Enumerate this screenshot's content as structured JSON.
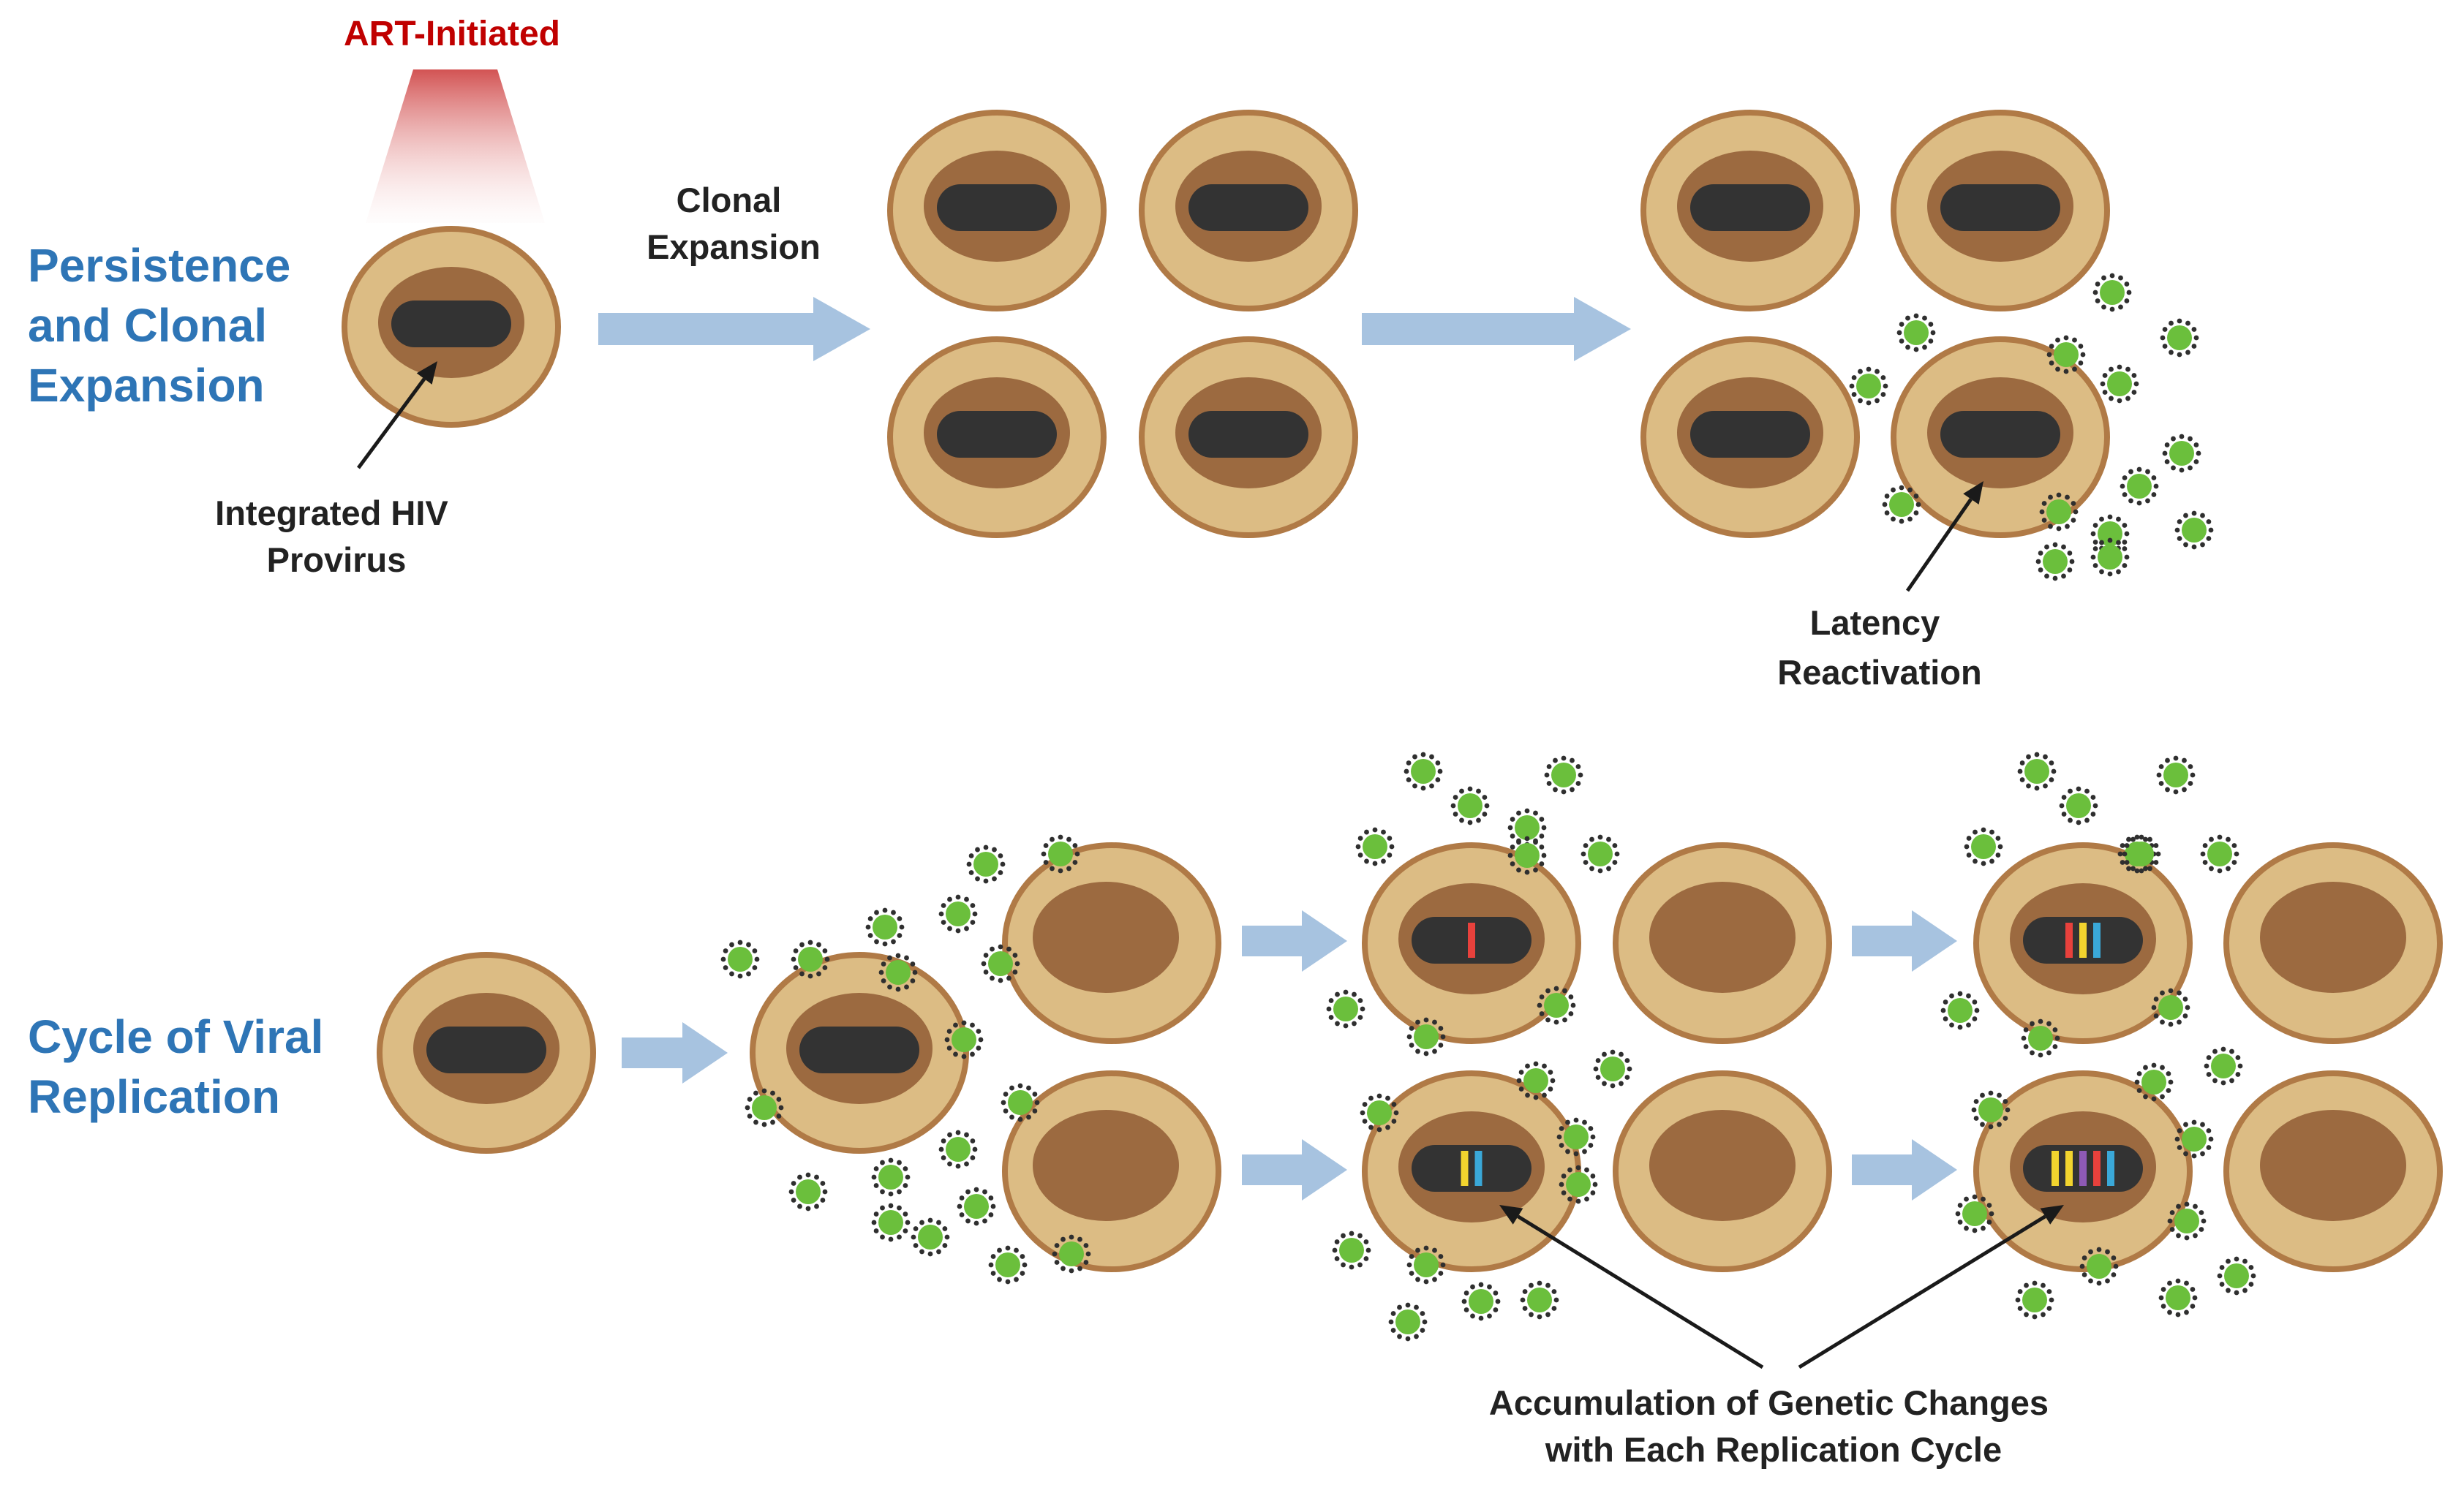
{
  "top_banner": {
    "label": "ART-Initiated"
  },
  "rows": {
    "persistence": {
      "label_lines": [
        "Persistence",
        "and Clonal",
        "Expansion"
      ]
    },
    "replication": {
      "label_lines": [
        "Cycle of Viral",
        "Replication"
      ]
    }
  },
  "annotations": {
    "clonal_expansion": [
      "Clonal",
      "Expansion"
    ],
    "integrated_provirus": [
      "Integrated HIV",
      "Provirus"
    ],
    "latency_reactivation": [
      "Latency",
      "Reactivation"
    ],
    "genetic_changes": [
      "Accumulation of Genetic Changes",
      "with Each Replication Cycle"
    ]
  },
  "colors": {
    "row_label": "#2e75b6",
    "art_label": "#c00000",
    "arrow": "#a7c3e0",
    "cell_body": "#dcbc84",
    "cell_border": "#b07a46",
    "nucleus": "#9c6a40",
    "provirus": "#333333",
    "virion": "#6bbf3c",
    "mutation_red": "#e8413c",
    "mutation_yellow": "#f2d42e",
    "mutation_blue": "#3aa8d8",
    "mutation_purple": "#8e5ab5"
  }
}
